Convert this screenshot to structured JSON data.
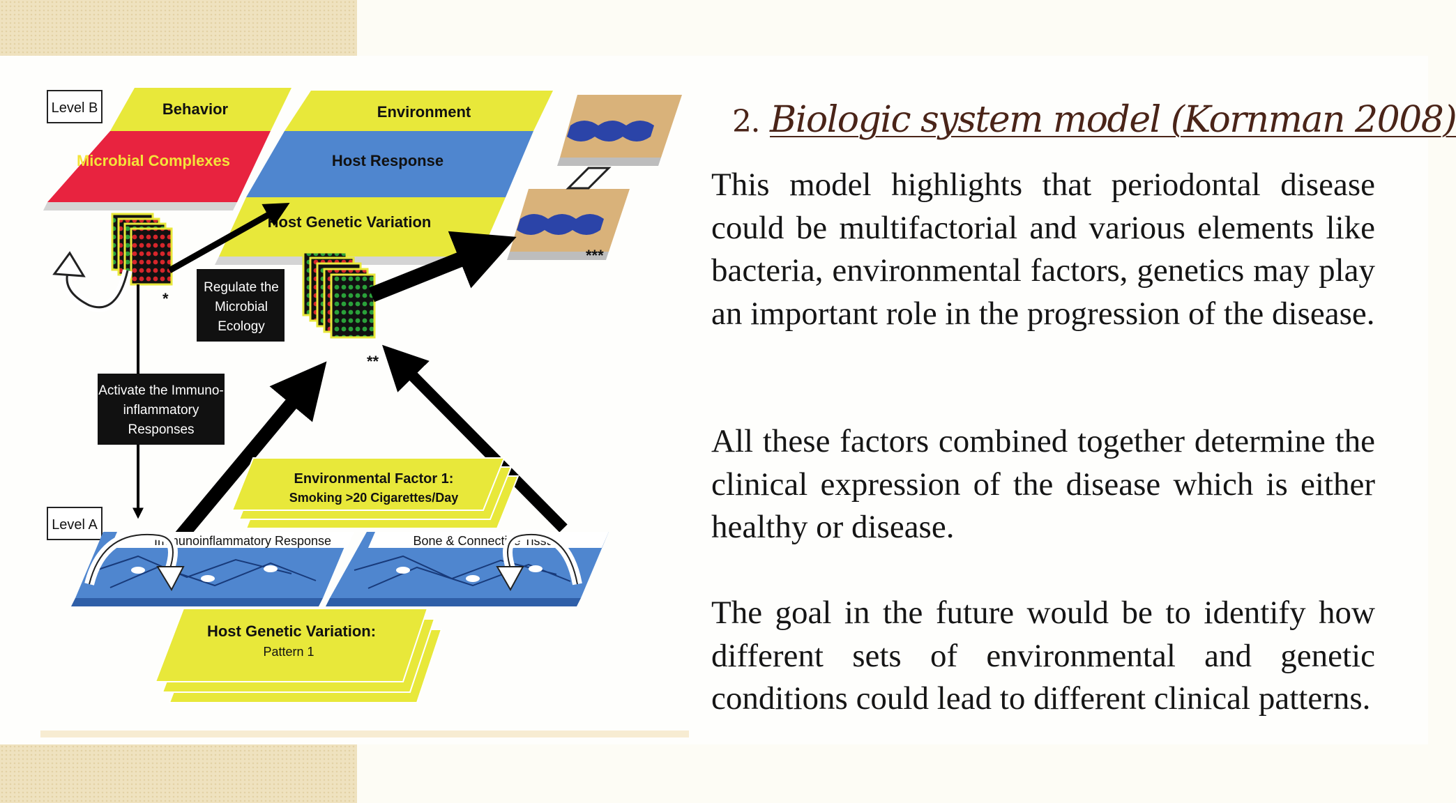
{
  "title": {
    "number": "2.",
    "text": "Biologic system model (Kornman 2008)"
  },
  "paragraphs": [
    "This model highlights that periodontal disease could be multifactorial and various elements like bacteria, environmental factors,  genetics may play an important role in the progression of the disease.",
    "All these factors combined together determine the clinical expression of the disease which is either healthy or disease.",
    "The goal in the future would be to identify how different sets of environmental and genetic conditions could lead to different clinical patterns."
  ],
  "diagram": {
    "level_b": "Level B",
    "level_a": "Level A",
    "behavior": "Behavior",
    "microbial_complexes": "Microbial Complexes",
    "environment": "Environment",
    "host_response": "Host Response",
    "host_genetic_variation": "Host Genetic Variation",
    "regulate": [
      "Regulate the",
      "Microbial",
      "Ecology"
    ],
    "activate": [
      "Activate the Immuno-",
      "inflammatory",
      "Responses"
    ],
    "env_factor": [
      "Environmental Factor 1:",
      "Smoking >20 Cigarettes/Day"
    ],
    "immuno_response": "Immunoinflammatory Response",
    "bone_tissue": "Bone & Connective Tissue",
    "host_genetic_pattern": [
      "Host Genetic Variation:",
      "Pattern 1"
    ],
    "mark_single": "*",
    "mark_double": "**",
    "mark_triple": "***"
  },
  "colors": {
    "yellow": "#e8e83a",
    "red": "#e8233f",
    "blue": "#4f86cf",
    "title": "#4a2418"
  }
}
